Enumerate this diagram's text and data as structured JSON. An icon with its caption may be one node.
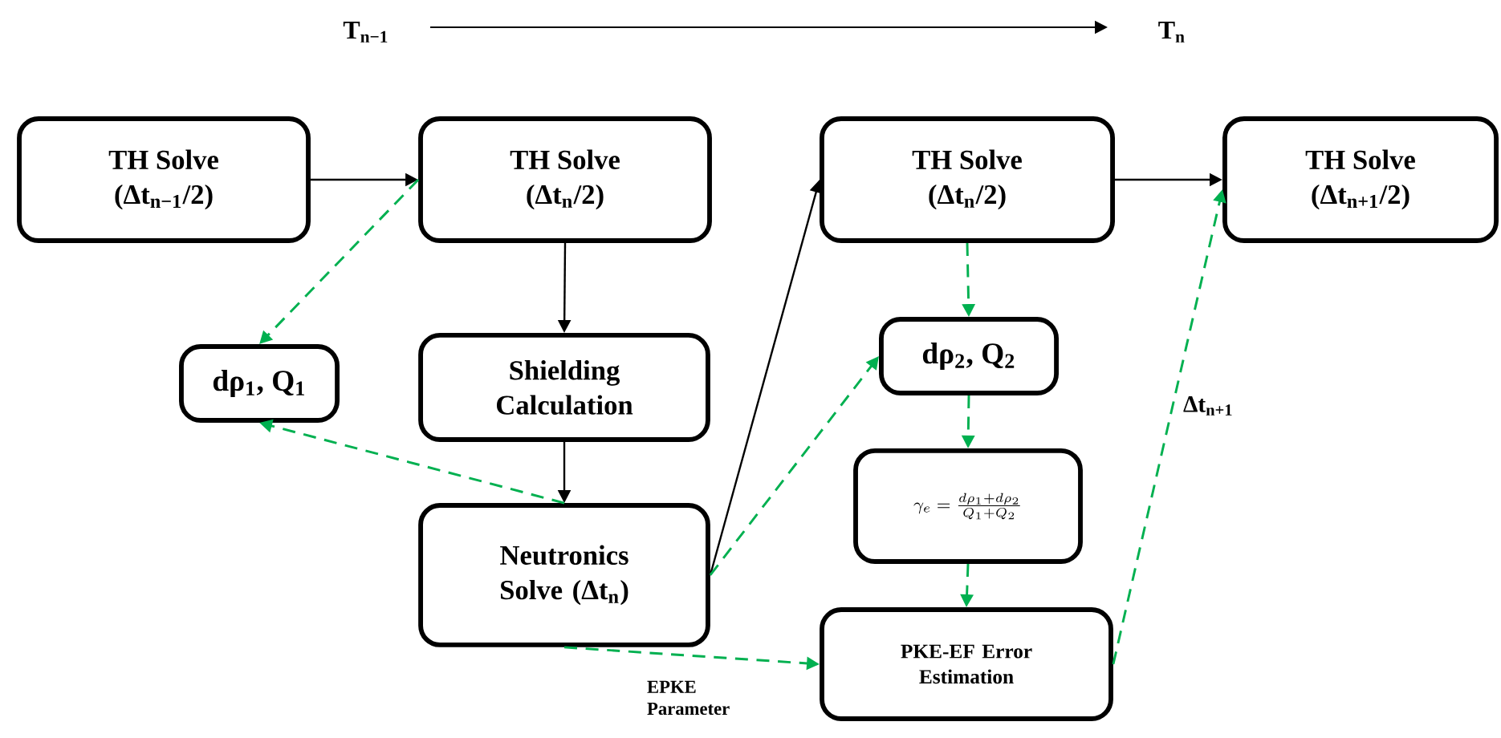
{
  "diagram": {
    "nodes": [
      {
        "text": [
          "TH Solve",
          "(Δt$_{n−1}$/2)"
        ]
      },
      {
        "text": [
          "TH Solve",
          "(Δt$_{n}$/2)"
        ]
      },
      {
        "text": [
          "dρ$_{1}$, Q$_{1}$"
        ]
      },
      {
        "text": [
          "Shielding Calculation"
        ]
      },
      {
        "text": [
          "Neutronics Solve (Δt$_{n}$)"
        ]
      },
      {
        "text": [
          "TH Solve",
          "(Δt$_{n}$/2)"
        ]
      },
      {
        "text": [
          "dρ$_{2}$, Q$_{2}$"
        ]
      },
      {
        "text": [
          "\\gamma_{e} = \\frac{d\\rho_{1} + d\\rho_{2}}{Q_{1} + Q_{2}}"
        ]
      },
      {
        "text": [
          "PKE-EF Error Estimation"
        ]
      },
      {
        "text": [
          "TH Solve",
          "(Δt$_{n+1}$/2)"
        ]
      }
    ],
    "edges": [
      {
        "from": 0,
        "to": 1,
        "arrow": "to",
        "color": "#000000"
      },
      {
        "from": 1,
        "to": 2,
        "arrow": "to",
        "style": "dashed",
        "color": "#00b050"
      },
      {
        "from": 1,
        "to": 3,
        "arrow": "to",
        "color": "#000000"
      },
      {
        "from": 3,
        "to": 4,
        "arrow": "to",
        "color": "#000000"
      },
      {
        "from": 4,
        "to": 2,
        "arrow": "to",
        "style": "dashed",
        "color": "#00b050"
      },
      {
        "from": 4,
        "to": 5,
        "arrow": "to",
        "color": "#000000"
      },
      {
        "from": 4,
        "to": 6,
        "arrow": "to",
        "style": "dashed",
        "color": "#00b050"
      },
      {
        "from": 4,
        "to": 8,
        "arrow": "to",
        "style": "dashed",
        "color": "#00b050",
        "label": "EPKE Parameter"
      },
      {
        "from": 5,
        "to": 6,
        "arrow": "to",
        "style": "dashed",
        "color": "#00b050"
      },
      {
        "from": 6,
        "to": 7,
        "arrow": "to",
        "style": "dashed",
        "color": "#00b050"
      },
      {
        "from": 7,
        "to": 8,
        "arrow": "to",
        "style": "dashed",
        "color": "#00b050"
      },
      {
        "from": 5,
        "to": 9,
        "arrow": "to",
        "color": "#000000"
      },
      {
        "from": 8,
        "to": 9,
        "arrow": "to",
        "style": "dashed",
        "color": "#00b050",
        "label": "Δt$_{n+1}$"
      }
    ],
    "labels": [
      "T$_{n−1}$",
      "T$_{n}$"
    ]
  }
}
